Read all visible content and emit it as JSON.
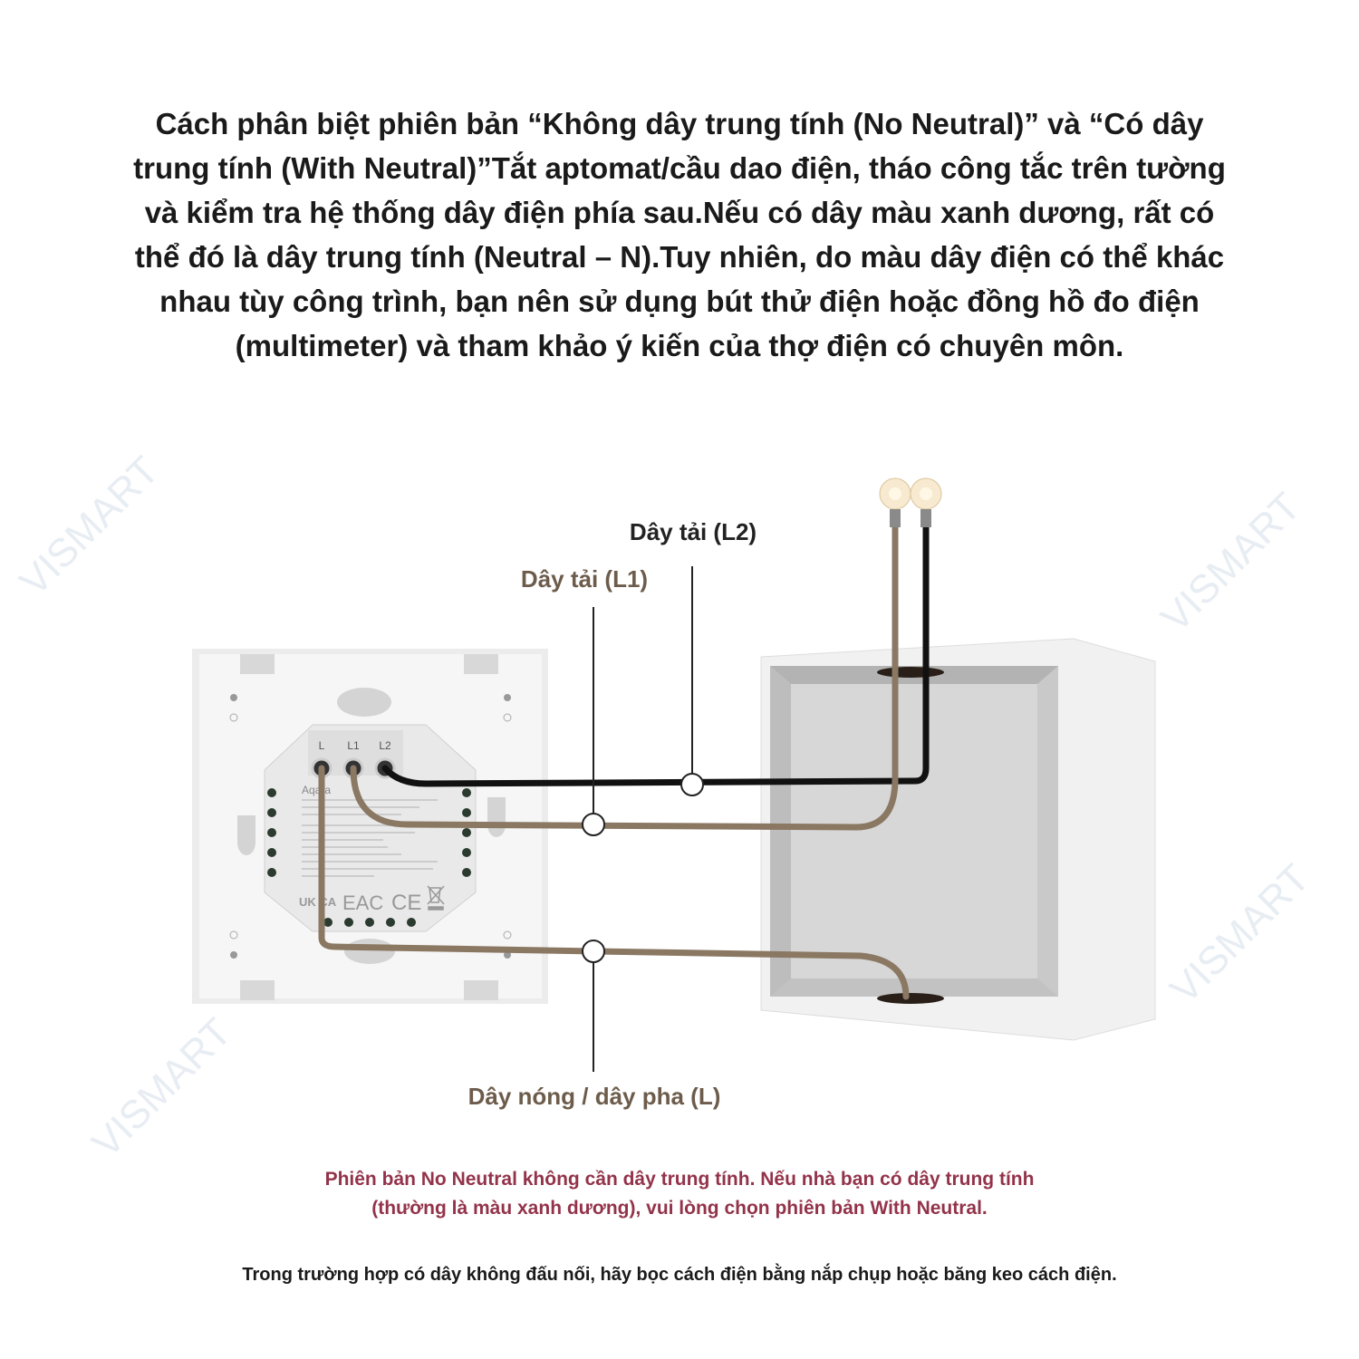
{
  "title_lines": [
    "Cách phân biệt phiên bản “Không dây trung tính (No Neutral)” và “Có dây",
    "trung tính (With Neutral)”Tắt aptomat/cầu dao điện, tháo công tắc trên tường",
    "và kiểm tra hệ thống dây điện phía sau.Nếu có dây màu xanh dương, rất có",
    "thể đó là dây trung tính (Neutral – N).Tuy nhiên, do màu dây điện có thể khác",
    "nhau tùy công trình, bạn nên sử dụng bút thử điện hoặc đồng hồ đo điện",
    "(multimeter) và tham khảo ý kiến của thợ điện có chuyên môn."
  ],
  "diagram": {
    "label_l2": "Dây tải (L2)",
    "label_l1": "Dây tải (L1)",
    "label_l": "Dây nóng / dây pha (L)",
    "terminals": [
      "L",
      "L1",
      "L2"
    ],
    "brand": "Aqara",
    "cert_marks": [
      "UK CA",
      "EAC",
      "CE"
    ],
    "watermark": "VISMART",
    "colors": {
      "load_wire": "#8a7863",
      "black_wire": "#111111",
      "box": "#c9c9c9"
    }
  },
  "note_lines": [
    "Phiên bản No Neutral không cần dây trung tính. Nếu nhà bạn có dây trung tính",
    "(thường là màu xanh dương), vui lòng chọn phiên bản With Neutral."
  ],
  "footer": "Trong trường hợp có dây không đấu nối, hãy bọc cách điện bằng nắp chụp hoặc băng keo cách điện."
}
